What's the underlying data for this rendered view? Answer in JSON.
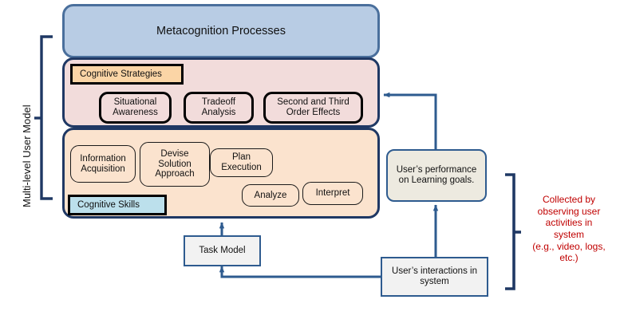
{
  "diagram": {
    "title_label_left": "Multi-level User Model",
    "annotation_right": "Collected by observing user activities in system (e.g., video, logs, etc.)",
    "annotation_right_lines": [
      "Collected by",
      "observing user",
      "activities in",
      "system",
      "(e.g., video, logs,",
      "etc.)"
    ],
    "colors": {
      "metacognition_fill": "#B8CCE4",
      "strategies_fill": "#F2DCDB",
      "skills_fill": "#FBE3CE",
      "strategies_badge_fill": "#FBD5A6",
      "skills_badge_fill": "#BCE0EC",
      "outline_navy": "#1F3864",
      "connector_blue": "#2E5B8F",
      "dashdot_blue": "#4F81BD",
      "annotation_red": "#C00000",
      "process_fill": "#F2F2F2",
      "performance_fill": "#EDEAE0"
    },
    "layers": {
      "metacognition": {
        "label": "Metacognition Processes"
      },
      "strategies": {
        "badge": "Cognitive Strategies",
        "items": [
          {
            "label": "Situational Awareness",
            "lines": [
              "Situational",
              "Awareness"
            ]
          },
          {
            "label": "Tradeoff Analysis",
            "lines": [
              "Tradeoff",
              "Analysis"
            ]
          },
          {
            "label": "Second and Third Order Effects",
            "lines": [
              "Second and Third",
              "Order Effects"
            ]
          }
        ]
      },
      "skills": {
        "badge": "Cognitive Skills",
        "items": [
          {
            "label": "Information Acquisition",
            "lines": [
              "Information",
              "Acquisition"
            ]
          },
          {
            "label": "Devise Solution Approach",
            "lines": [
              "Devise",
              "Solution",
              "Approach"
            ]
          },
          {
            "label": "Plan Execution",
            "lines": [
              "Plan",
              "Execution"
            ]
          },
          {
            "label": "Analyze",
            "lines": [
              "Analyze"
            ]
          },
          {
            "label": "Interpret",
            "lines": [
              "Interpret"
            ]
          }
        ]
      }
    },
    "processes": {
      "task_model": {
        "label": "Task Model",
        "lines": [
          "Task Model"
        ]
      },
      "user_performance": {
        "label": "User's performance on Learning goals.",
        "lines": [
          "User’s performance",
          "on Learning goals."
        ]
      },
      "user_interactions": {
        "label": "User's interactions in system",
        "lines": [
          "User’s interactions in",
          "system"
        ]
      }
    }
  }
}
